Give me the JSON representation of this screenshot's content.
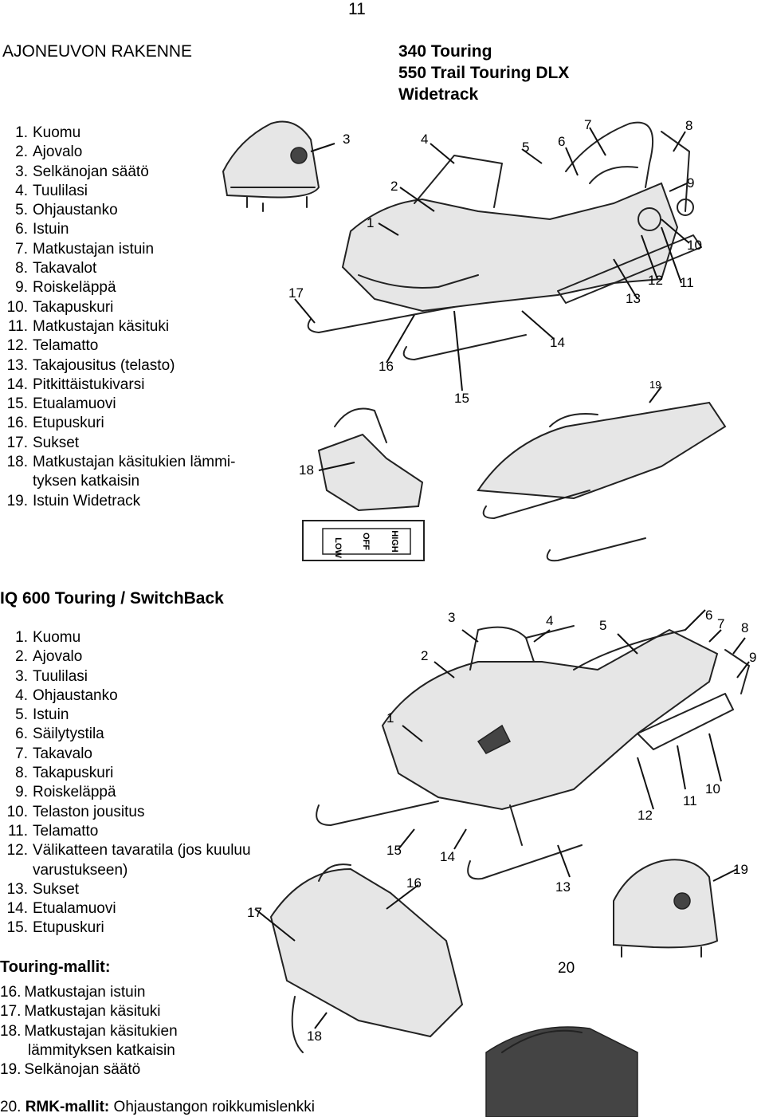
{
  "page_number": "11",
  "section1": {
    "title": "AJONEUVON RAKENNE",
    "models": [
      "340 Touring",
      "550 Trail Touring DLX",
      "Widetrack"
    ],
    "items": [
      {
        "n": "1.",
        "t": "Kuomu"
      },
      {
        "n": "2.",
        "t": "Ajovalo"
      },
      {
        "n": "3.",
        "t": "Selkänojan säätö"
      },
      {
        "n": "4.",
        "t": "Tuulilasi"
      },
      {
        "n": "5.",
        "t": "Ohjaustanko"
      },
      {
        "n": "6.",
        "t": "Istuin"
      },
      {
        "n": "7.",
        "t": "Matkustajan istuin"
      },
      {
        "n": "8.",
        "t": "Takavalot"
      },
      {
        "n": "9.",
        "t": "Roiskeläppä"
      },
      {
        "n": "10.",
        "t": "Takapuskuri"
      },
      {
        "n": "11.",
        "t": "Matkustajan käsituki"
      },
      {
        "n": "12.",
        "t": "Telamatto"
      },
      {
        "n": "13.",
        "t": "Takajousitus (telasto)"
      },
      {
        "n": "14.",
        "t": "Pitkittäistukivarsi"
      },
      {
        "n": "15.",
        "t": "Etualamuovi"
      },
      {
        "n": "16.",
        "t": "Etupuskuri"
      },
      {
        "n": "17.",
        "t": "Sukset"
      },
      {
        "n": "18.",
        "t": "Matkustajan käsitukien lämmi-",
        "cont": "tyksen katkaisin"
      },
      {
        "n": "19.",
        "t": "Istuin Widetrack"
      }
    ],
    "callouts": [
      "1",
      "2",
      "3",
      "4",
      "5",
      "6",
      "7",
      "8",
      "9",
      "10",
      "11",
      "12",
      "13",
      "14",
      "15",
      "16",
      "17",
      "18",
      "19"
    ],
    "switch_labels": [
      "LOW",
      "OFF",
      "HIGH"
    ]
  },
  "section2": {
    "title": "IQ 600 Touring / SwitchBack",
    "items": [
      {
        "n": "1.",
        "t": "Kuomu"
      },
      {
        "n": "2.",
        "t": "Ajovalo"
      },
      {
        "n": "3.",
        "t": "Tuulilasi"
      },
      {
        "n": "4.",
        "t": "Ohjaustanko"
      },
      {
        "n": "5.",
        "t": "Istuin"
      },
      {
        "n": "6.",
        "t": "Säilytystila"
      },
      {
        "n": "7.",
        "t": "Takavalo"
      },
      {
        "n": "8.",
        "t": "Takapuskuri"
      },
      {
        "n": "9.",
        "t": "Roiskeläppä"
      },
      {
        "n": "10.",
        "t": "Telaston jousitus"
      },
      {
        "n": "11.",
        "t": "Telamatto"
      },
      {
        "n": "12.",
        "t": "Välikatteen tavaratila (jos kuuluu",
        "cont": "varustukseen)"
      },
      {
        "n": "13.",
        "t": "Sukset"
      },
      {
        "n": "14.",
        "t": "Etualamuovi"
      },
      {
        "n": "15.",
        "t": "Etupuskuri"
      }
    ],
    "callouts": [
      "1",
      "2",
      "3",
      "4",
      "5",
      "6",
      "7",
      "8",
      "9",
      "10",
      "11",
      "12",
      "13",
      "14",
      "15",
      "16",
      "17",
      "18",
      "19",
      "20"
    ]
  },
  "section3": {
    "title": "Touring-mallit:",
    "items": [
      {
        "n": "16.",
        "t": "Matkustajan istuin"
      },
      {
        "n": "17.",
        "t": "Matkustajan käsituki"
      },
      {
        "n": "18.",
        "t": "Matkustajan käsitukien",
        "cont": "lämmityksen katkaisin"
      },
      {
        "n": "19.",
        "t": "Selkänojan säätö"
      }
    ],
    "rmk_num": "20.",
    "rmk_bold": "RMK-mallit:",
    "rmk_text": "Ohjaustangon roikkumislenkki"
  }
}
